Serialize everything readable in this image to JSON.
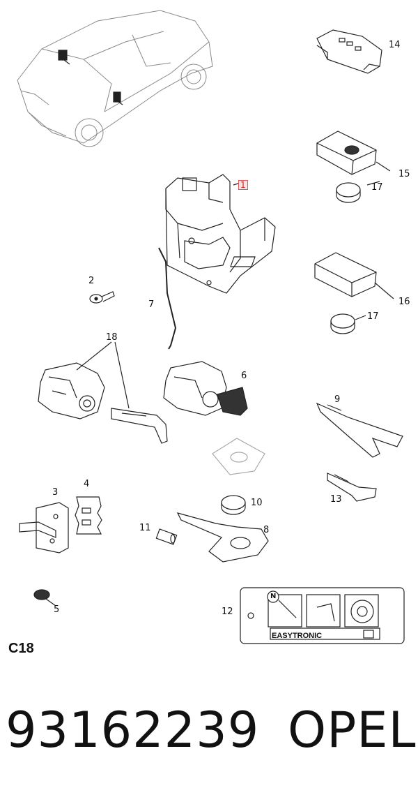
{
  "callouts": {
    "c1": "1",
    "c2": "2",
    "c3": "3",
    "c4": "4",
    "c5": "5",
    "c6": "6",
    "c7": "7",
    "c8": "8",
    "c9": "9",
    "c10": "10",
    "c11": "11",
    "c12": "12",
    "c13": "13",
    "c14": "14",
    "c15": "15",
    "c16": "16",
    "c17a": "17",
    "c17b": "17",
    "c18": "18"
  },
  "section_code": "C18",
  "card_text": "EASYTRONIC",
  "card_badge": "N",
  "footer": {
    "part_number": "93162239",
    "brand": "OPEL"
  },
  "highlight_color": "#e0595c"
}
